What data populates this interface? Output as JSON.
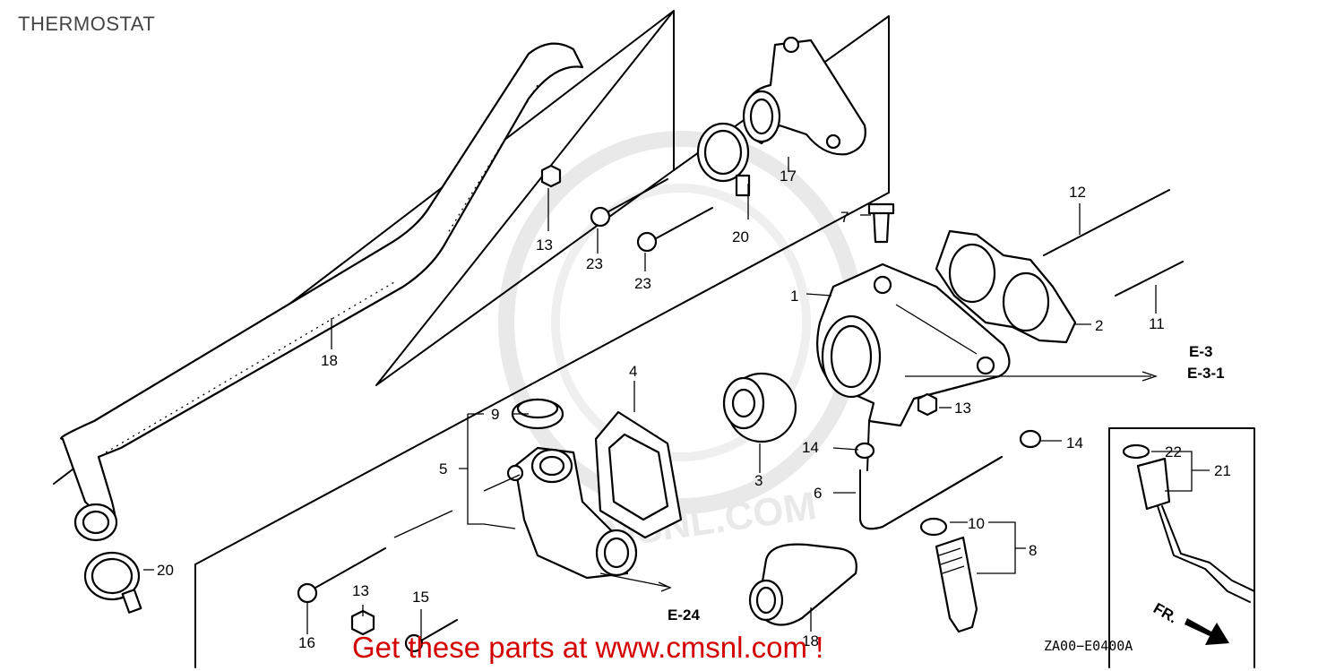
{
  "page": {
    "title": "THERMOSTAT",
    "promo_text": "Get these parts at www.cmsnl.com !",
    "promo_color": "#d40000"
  },
  "watermark": {
    "text": "CMSNL.COM",
    "color": "#d8d8d8"
  },
  "diagram": {
    "code": "ZA00−E0400A",
    "front_marker": "FR.",
    "refs": {
      "e3": "E-3",
      "e31": "E-3-1",
      "e24": "E-24"
    },
    "callouts": {
      "c1": "1",
      "c2": "2",
      "c3": "3",
      "c4": "4",
      "c5": "5",
      "c6": "6",
      "c7": "7",
      "c8": "8",
      "c9": "9",
      "c10": "10",
      "c11": "11",
      "c12": "12",
      "c13a": "13",
      "c13b": "13",
      "c13c": "13",
      "c14a": "14",
      "c14b": "14",
      "c15": "15",
      "c16": "16",
      "c17": "17",
      "c18a": "18",
      "c18b": "18",
      "c20a": "20",
      "c20b": "20",
      "c21": "21",
      "c22": "22",
      "c23a": "23",
      "c23b": "23"
    }
  }
}
